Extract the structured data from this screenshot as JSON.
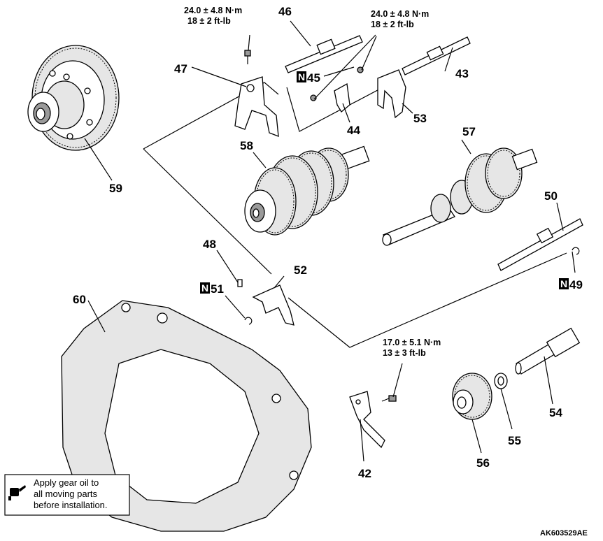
{
  "callouts": {
    "c42": "42",
    "c43": "43",
    "c44": "44",
    "c45": "45",
    "c46": "46",
    "c47": "47",
    "c48": "48",
    "c49": "49",
    "c50": "50",
    "c51": "51",
    "c52": "52",
    "c53": "53",
    "c54": "54",
    "c55": "55",
    "c56": "56",
    "c57": "57",
    "c58": "58",
    "c59": "59",
    "c60": "60"
  },
  "nonreusable_marker": "N",
  "torque": {
    "t1_nm": "24.0 ± 4.8 N·m",
    "t1_ftlb": "18 ± 2 ft-lb",
    "t2_nm": "24.0 ± 4.8 N·m",
    "t2_ftlb": "18 ± 2 ft-lb",
    "t3_nm": "17.0 ± 5.1 N·m",
    "t3_ftlb": "13 ± 3 ft-lb"
  },
  "note": {
    "line1": "Apply gear oil to",
    "line2": "all moving parts",
    "line3": "before installation.",
    "icon": "oil-can-icon"
  },
  "figure_id": "AK603529AE"
}
